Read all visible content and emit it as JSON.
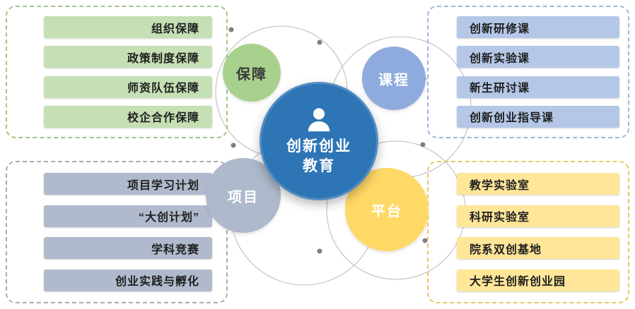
{
  "center": {
    "line1": "创新创业",
    "line2": "教育",
    "color": "#2E75B6",
    "icon": "person-icon"
  },
  "nodes": {
    "guarantee": {
      "label": "保障",
      "color": "#A9D18E"
    },
    "course": {
      "label": "课程",
      "color": "#8FAADC"
    },
    "project": {
      "label": "项目",
      "color": "#AEB9CB"
    },
    "platform": {
      "label": "平台",
      "color": "#FFD966"
    }
  },
  "groups": {
    "guarantee": {
      "item_color": "#C5E0B4",
      "items": [
        "组织保障",
        "政策制度保障",
        "师资队伍保障",
        "校企合作保障"
      ]
    },
    "course": {
      "item_color": "#B4C7E7",
      "items": [
        "创新研修课",
        "创新实验课",
        "新生研讨课",
        "创新创业指导课"
      ]
    },
    "project": {
      "item_color": "#B1BACC",
      "items": [
        "项目学习计划",
        "“大创计划”",
        "学科竞赛",
        "创业实践与孵化"
      ]
    },
    "platform": {
      "item_color": "#FFE699",
      "items": [
        "教学实验室",
        "科研实验室",
        "院系双创基地",
        "大学生创新创业园"
      ]
    }
  }
}
